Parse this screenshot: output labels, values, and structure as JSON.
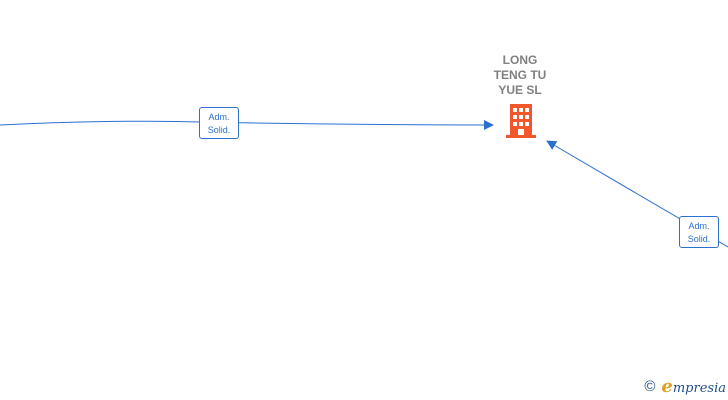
{
  "company": {
    "name_lines": [
      "LONG",
      "TENG TU",
      "YUE  SL"
    ],
    "icon": "building-icon",
    "color": "#f0582c"
  },
  "edges": [
    {
      "label_lines": [
        "Adm.",
        "Solid."
      ],
      "direction": "from-left"
    },
    {
      "label_lines": [
        "Adm.",
        "Solid."
      ],
      "direction": "from-lower-right"
    }
  ],
  "edge_color": "#2b6fd1",
  "watermark": {
    "symbol": "©",
    "brand_first": "e",
    "brand_rest": "mpresia",
    "brand_color": "#1f4f86",
    "accent_color": "#e2a020"
  }
}
